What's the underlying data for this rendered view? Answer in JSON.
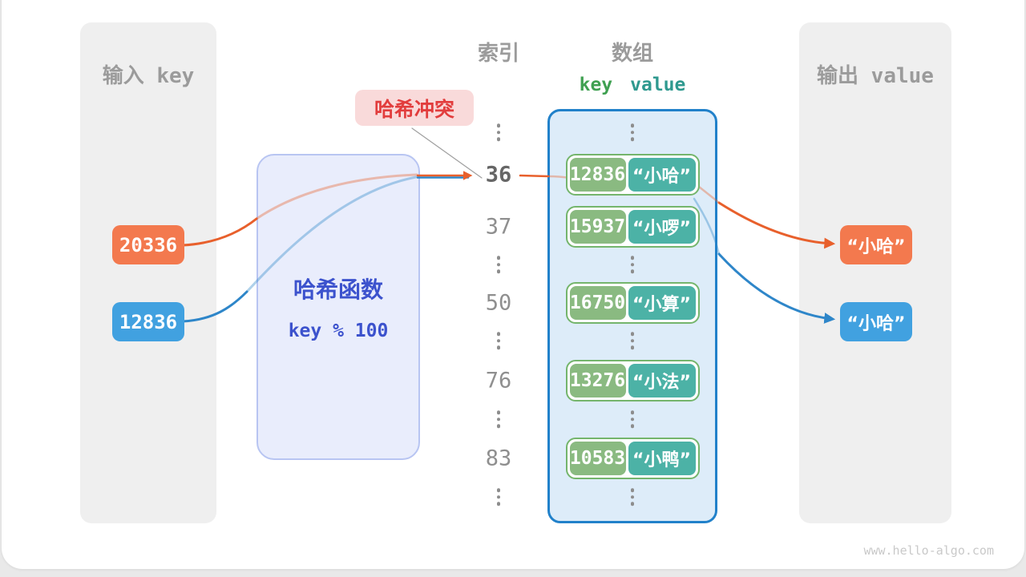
{
  "watermark": "www.hello-algo.com",
  "colors": {
    "orange": "#f3794e",
    "blue": "#41a1e0",
    "orange_arrow": "#e8602c",
    "blue_arrow": "#2e86c9",
    "green_badge": "#8aba81",
    "teal_badge": "#4cb2a6",
    "pair_border": "#74b56c",
    "array_border": "#2181ca",
    "hash_text": "#3c52cd",
    "key_green": "#3fa051",
    "value_teal": "#2f998f",
    "red": "#e23d3d"
  },
  "input_panel": {
    "title": "输入 key",
    "badges": [
      {
        "label": "20336",
        "color": "orange"
      },
      {
        "label": "12836",
        "color": "blue"
      }
    ]
  },
  "hash_box": {
    "title": "哈希函数",
    "formula": "key % 100"
  },
  "collision_label": "哈希冲突",
  "index_column": {
    "title": "索引",
    "items": [
      {
        "kind": "dots"
      },
      {
        "kind": "value",
        "text": "36",
        "highlight": true
      },
      {
        "kind": "value",
        "text": "37"
      },
      {
        "kind": "dots"
      },
      {
        "kind": "value",
        "text": "50"
      },
      {
        "kind": "dots"
      },
      {
        "kind": "value",
        "text": "76"
      },
      {
        "kind": "dots"
      },
      {
        "kind": "value",
        "text": "83"
      },
      {
        "kind": "dots"
      }
    ]
  },
  "array_column": {
    "title": "数组",
    "key_header": "key",
    "value_header": "value",
    "rows": [
      {
        "kind": "dots"
      },
      {
        "kind": "pair",
        "key": "12836",
        "value": "“小哈”"
      },
      {
        "kind": "pair",
        "key": "15937",
        "value": "“小啰”"
      },
      {
        "kind": "dots"
      },
      {
        "kind": "pair",
        "key": "16750",
        "value": "“小算”"
      },
      {
        "kind": "dots"
      },
      {
        "kind": "pair",
        "key": "13276",
        "value": "“小法”"
      },
      {
        "kind": "dots"
      },
      {
        "kind": "pair",
        "key": "10583",
        "value": "“小鸭”"
      },
      {
        "kind": "dots"
      }
    ]
  },
  "output_panel": {
    "title": "输出 value",
    "badges": [
      {
        "label": "“小哈”",
        "color": "orange"
      },
      {
        "label": "“小哈”",
        "color": "blue"
      }
    ]
  }
}
